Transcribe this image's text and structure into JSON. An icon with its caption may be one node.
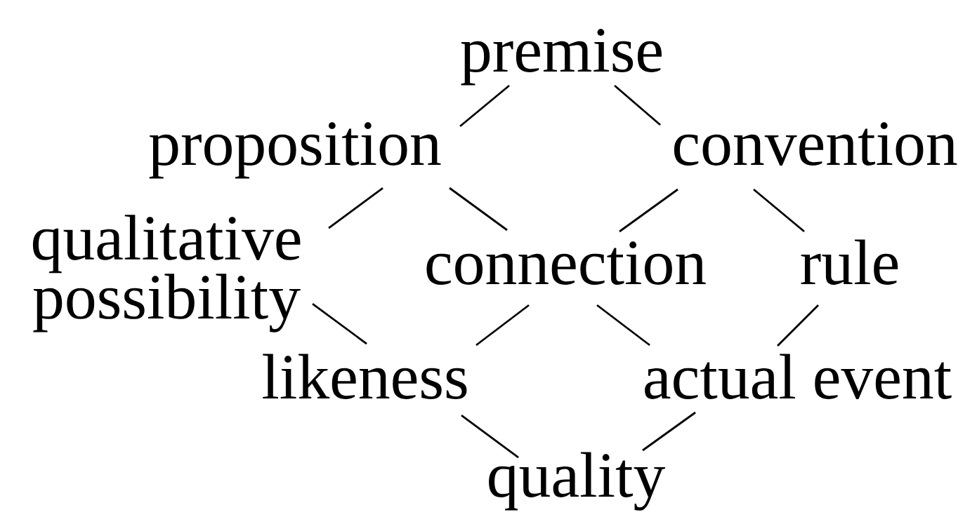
{
  "diagram": {
    "nodes": [
      {
        "text": [
          "premise"
        ]
      },
      {
        "text": [
          "proposition"
        ]
      },
      {
        "text": [
          "convention"
        ]
      },
      {
        "text": [
          "qualitative possibility"
        ]
      },
      {
        "text": [
          "connection"
        ]
      },
      {
        "text": [
          "rule"
        ]
      },
      {
        "text": [
          "likeness"
        ]
      },
      {
        "text": [
          "actual event"
        ]
      },
      {
        "text": [
          "quality"
        ]
      }
    ],
    "edges": [
      {
        "from": 0,
        "to": 1,
        "arrow": "none"
      },
      {
        "from": 0,
        "to": 2,
        "arrow": "none"
      },
      {
        "from": 1,
        "to": 3,
        "arrow": "none"
      },
      {
        "from": 1,
        "to": 4,
        "arrow": "none"
      },
      {
        "from": 2,
        "to": 4,
        "arrow": "none"
      },
      {
        "from": 2,
        "to": 5,
        "arrow": "none"
      },
      {
        "from": 3,
        "to": 6,
        "arrow": "none"
      },
      {
        "from": 4,
        "to": 6,
        "arrow": "none"
      },
      {
        "from": 4,
        "to": 7,
        "arrow": "none"
      },
      {
        "from": 5,
        "to": 7,
        "arrow": "none"
      },
      {
        "from": 6,
        "to": 8,
        "arrow": "none"
      },
      {
        "from": 7,
        "to": 8,
        "arrow": "none"
      }
    ]
  }
}
